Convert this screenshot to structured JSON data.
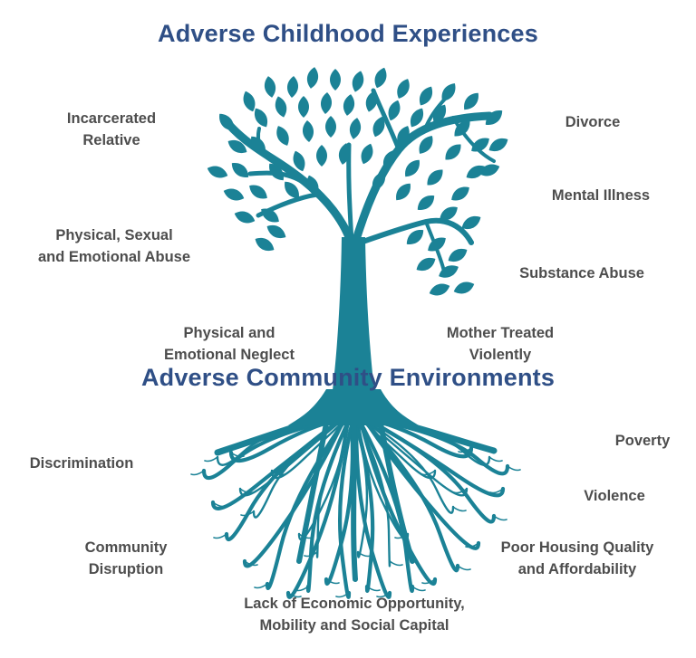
{
  "title": "Adverse Childhood Experiences",
  "subtitle": "Adverse  Community Environments",
  "colors": {
    "tree": "#1b8296",
    "heading": "#2f4f86",
    "label": "#4d4d4d"
  },
  "experiences": [
    {
      "id": "incarcerated",
      "lines": [
        "Incarcerated",
        "Relative"
      ]
    },
    {
      "id": "abuse",
      "lines": [
        "Physical, Sexual",
        "and Emotional Abuse"
      ]
    },
    {
      "id": "neglect",
      "lines": [
        "Physical and",
        "Emotional Neglect"
      ]
    },
    {
      "id": "divorce",
      "lines": [
        "Divorce"
      ]
    },
    {
      "id": "mental-illness",
      "lines": [
        "Mental Illness"
      ]
    },
    {
      "id": "substance",
      "lines": [
        "Substance Abuse"
      ]
    },
    {
      "id": "mother",
      "lines": [
        "Mother Treated",
        "Violently"
      ]
    }
  ],
  "environments": [
    {
      "id": "discrimination",
      "lines": [
        "Discrimination"
      ]
    },
    {
      "id": "community-disruption",
      "lines": [
        "Community",
        "Disruption"
      ]
    },
    {
      "id": "economic",
      "lines": [
        "Lack of Economic Opportunity,",
        "Mobility and Social Capital"
      ]
    },
    {
      "id": "poverty",
      "lines": [
        "Poverty"
      ]
    },
    {
      "id": "violence",
      "lines": [
        "Violence"
      ]
    },
    {
      "id": "housing",
      "lines": [
        "Poor Housing Quality",
        "and Affordability"
      ]
    }
  ]
}
